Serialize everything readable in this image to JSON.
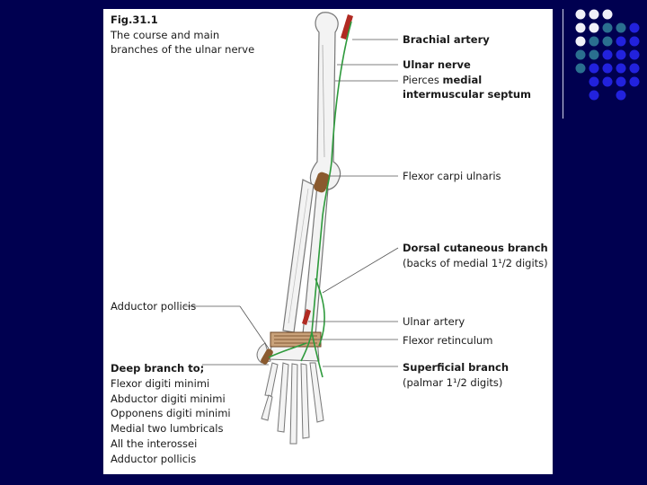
{
  "figure": {
    "number": "Fig.31.1",
    "caption_line1": "The course and main",
    "caption_line2": "branches of the ulnar nerve"
  },
  "labels": {
    "brachial_artery": "Brachial artery",
    "ulnar_nerve": "Ulnar nerve",
    "pierces_prefix": "Pierces ",
    "pierces_medial": "medial",
    "intermuscular_septum": "intermuscular septum",
    "flexor_carpi_ulnaris": "Flexor carpi ulnaris",
    "dorsal_cutaneous_branch": "Dorsal cutaneous branch",
    "dorsal_note": "(backs of medial 1¹/2 digits)",
    "adductor_pollicis_top": "Adductor pollicis",
    "ulnar_artery": "Ulnar artery",
    "flexor_retinaculum": "Flexor retinculum",
    "superficial_branch": "Superficial branch",
    "superficial_note": "(palmar 1¹/2 digits)"
  },
  "deep_branch": {
    "title": "Deep branch to;",
    "items": [
      "Flexor digiti minimi",
      "Abductor digiti minimi",
      "Opponens digiti minimi",
      "Medial two lumbricals",
      "All the interossei",
      "Adductor pollicis"
    ]
  },
  "colors": {
    "background": "#000050",
    "panel": "#ffffff",
    "nerve": "#2e9a3c",
    "artery": "#b02a22",
    "muscle": "#8a5a2e"
  },
  "icons": {
    "corner_dots": "decorative-dot-grid"
  }
}
